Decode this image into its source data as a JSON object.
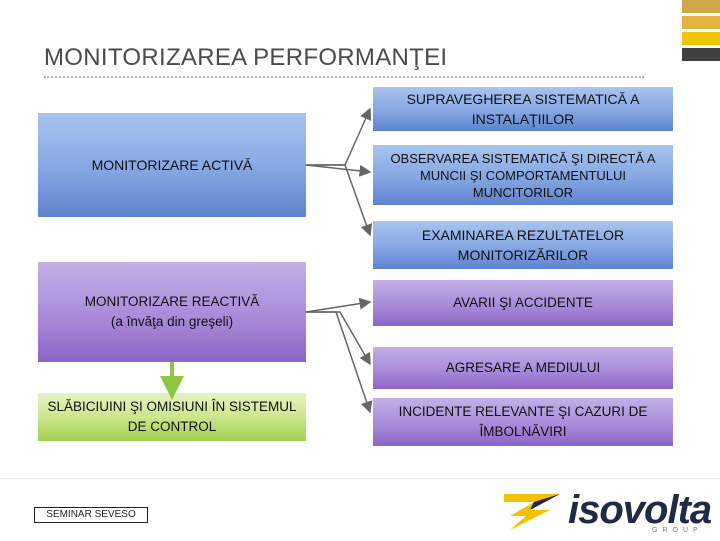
{
  "title": "MONITORIZAREA PERFORMANŢEI",
  "left": {
    "active": "MONITORIZARE ACTIVĂ",
    "reactive_line1": "MONITORIZARE REACTIVĂ",
    "reactive_line2": "(a învăţa din greşeli)",
    "weakness": "SLĂBICIUINI ŞI OMISIUNI ÎN SISTEMUL DE CONTROL"
  },
  "right": {
    "item1": "SUPRAVEGHEREA SISTEMATICĂ A INSTALAŢIILOR",
    "item2": "OBSERVAREA SISTEMATICĂ ŞI DIRECTĂ A MUNCII ŞI COMPORTAMENTULUI MUNCITORILOR",
    "item3": "EXAMINAREA REZULTATELOR MONITORIZĂRILOR",
    "item4": "AVARII ŞI ACCIDENTE",
    "item5": "AGRESARE A MEDIULUI",
    "item6": "INCIDENTE RELEVANTE ŞI CAZURI DE ÎMBOLNĂVIRI"
  },
  "footer": {
    "seminar": "SEMINAR SEVESO",
    "logo_word": "isovolta",
    "logo_sub": "GROUP"
  },
  "colors": {
    "blue": "#84a6e2",
    "purple": "#a98bd9",
    "green": "#c9e487",
    "arrow": "#666666",
    "green_arrow": "#8dc63f",
    "logo_yellow": "#f2c200"
  }
}
